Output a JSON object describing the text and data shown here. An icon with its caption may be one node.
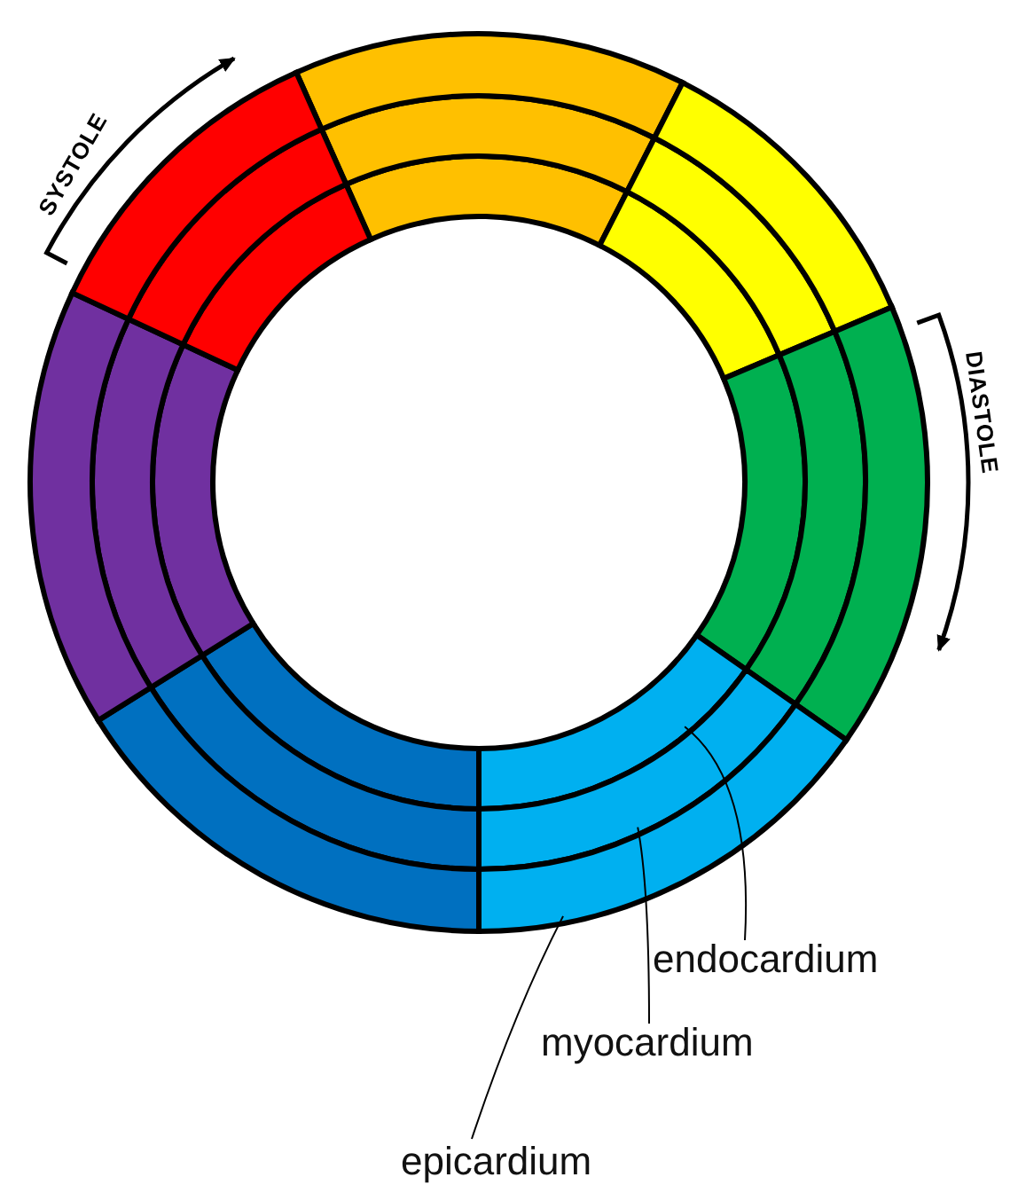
{
  "diagram": {
    "nodes": [
      {
        "text": [
          "endocardium"
        ]
      },
      {
        "text": [
          "myocardium"
        ]
      },
      {
        "text": [
          "epicardium"
        ]
      },
      {
        "text": [],
        "shape": "band"
      },
      {
        "text": [],
        "shape": "band"
      },
      {
        "text": [],
        "shape": "band"
      },
      {
        "text": [],
        "shape": "band"
      },
      {
        "text": [],
        "shape": "band"
      },
      {
        "text": [],
        "shape": "band"
      },
      {
        "text": [],
        "shape": "band"
      },
      {
        "text": [],
        "shape": "band"
      },
      {
        "text": [],
        "shape": "band"
      },
      {
        "text": [],
        "shape": "band"
      },
      {
        "text": [],
        "shape": "band"
      },
      {
        "text": [],
        "shape": "band"
      },
      {
        "text": [],
        "shape": "band"
      },
      {
        "text": [],
        "shape": "band"
      },
      {
        "text": [],
        "shape": "band"
      },
      {
        "text": [],
        "shape": "band"
      },
      {
        "text": [],
        "shape": "band"
      },
      {
        "text": [],
        "shape": "band"
      },
      {
        "text": [],
        "shape": "band"
      },
      {
        "text": [],
        "shape": "band"
      },
      {
        "text": [],
        "shape": "band"
      }
    ],
    "edges": [
      {
        "from": 0,
        "to": 12,
        "arrow": "none"
      },
      {
        "from": 1,
        "to": 13,
        "arrow": "none"
      },
      {
        "from": 2,
        "to": 14,
        "arrow": "none"
      }
    ],
    "labels": [
      "SYSTOLE",
      "DIASTOLE"
    ]
  }
}
